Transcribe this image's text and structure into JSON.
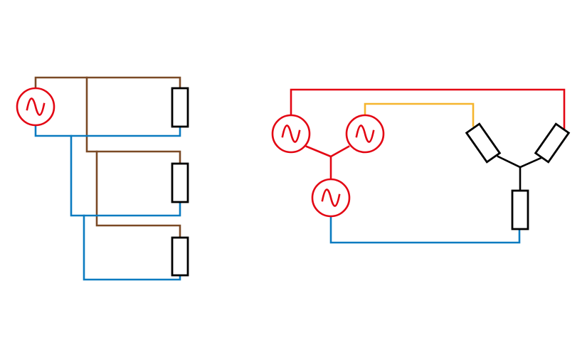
{
  "colors": {
    "background": "#ffffff",
    "source": "#e30613",
    "phase_brown": "#7b4a26",
    "return_blue": "#0a7bc0",
    "phase_orange": "#f5b52e",
    "load": "#000000"
  },
  "left_circuit": {
    "sources": [
      {
        "icon": "ac-source-symbol"
      }
    ],
    "loads": [
      {
        "icon": "resistor-symbol"
      },
      {
        "icon": "resistor-symbol"
      },
      {
        "icon": "resistor-symbol"
      }
    ]
  },
  "right_circuit": {
    "sources": [
      {
        "icon": "ac-source-symbol"
      },
      {
        "icon": "ac-source-symbol"
      },
      {
        "icon": "ac-source-symbol"
      }
    ],
    "loads": [
      {
        "icon": "resistor-symbol"
      },
      {
        "icon": "resistor-symbol"
      },
      {
        "icon": "resistor-symbol"
      }
    ]
  }
}
